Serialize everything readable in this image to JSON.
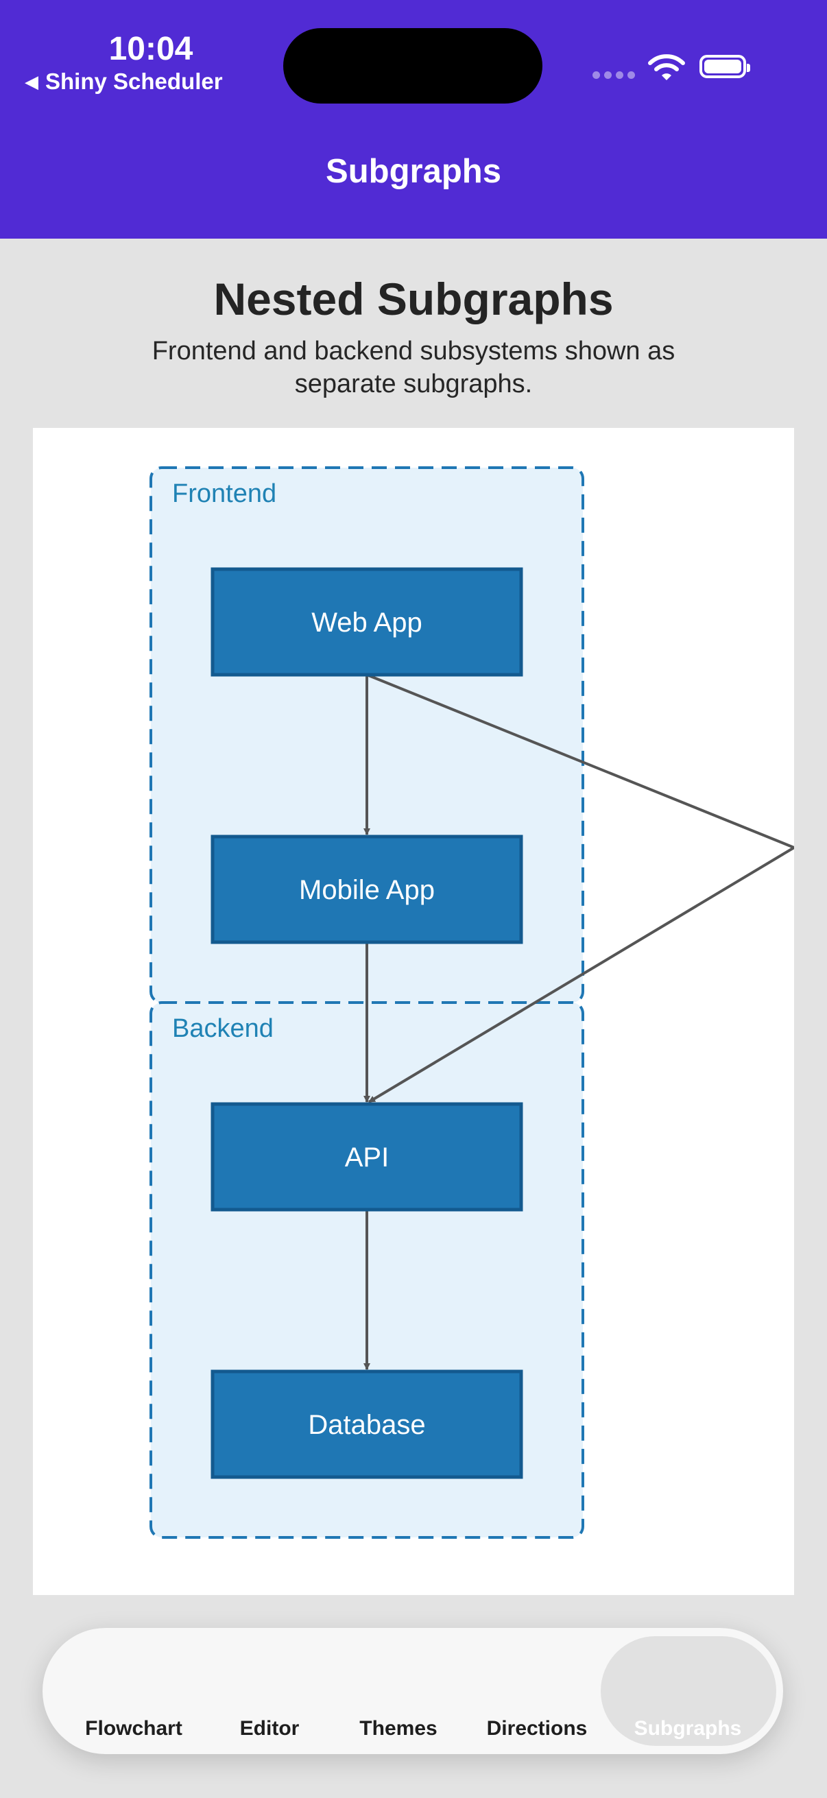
{
  "status": {
    "time": "10:04",
    "back_label": "Shiny Scheduler"
  },
  "navbar": {
    "title": "Subgraphs"
  },
  "content": {
    "title": "Nested Subgraphs",
    "description": "Frontend and backend subsystems shown as separate subgraphs."
  },
  "diagram": {
    "subgraphs": [
      {
        "id": "frontend",
        "label": "Frontend"
      },
      {
        "id": "backend",
        "label": "Backend"
      }
    ],
    "nodes": [
      {
        "id": "web",
        "label": "Web App"
      },
      {
        "id": "mobile",
        "label": "Mobile App"
      },
      {
        "id": "api",
        "label": "API"
      },
      {
        "id": "db",
        "label": "Database"
      }
    ],
    "edges": [
      {
        "from": "web",
        "to": "mobile"
      },
      {
        "from": "mobile",
        "to": "api"
      },
      {
        "from": "web",
        "to": "api"
      },
      {
        "from": "api",
        "to": "db"
      }
    ],
    "colors": {
      "node_fill": "#1f77b4",
      "node_stroke": "#135a8f",
      "cluster_fill": "#e5f2fb",
      "cluster_stroke": "#1f77b4",
      "edge": "#555555"
    }
  },
  "tabs": [
    {
      "label": "Flowchart",
      "active": false
    },
    {
      "label": "Editor",
      "active": false
    },
    {
      "label": "Themes",
      "active": false
    },
    {
      "label": "Directions",
      "active": false
    },
    {
      "label": "Subgraphs",
      "active": true
    }
  ]
}
